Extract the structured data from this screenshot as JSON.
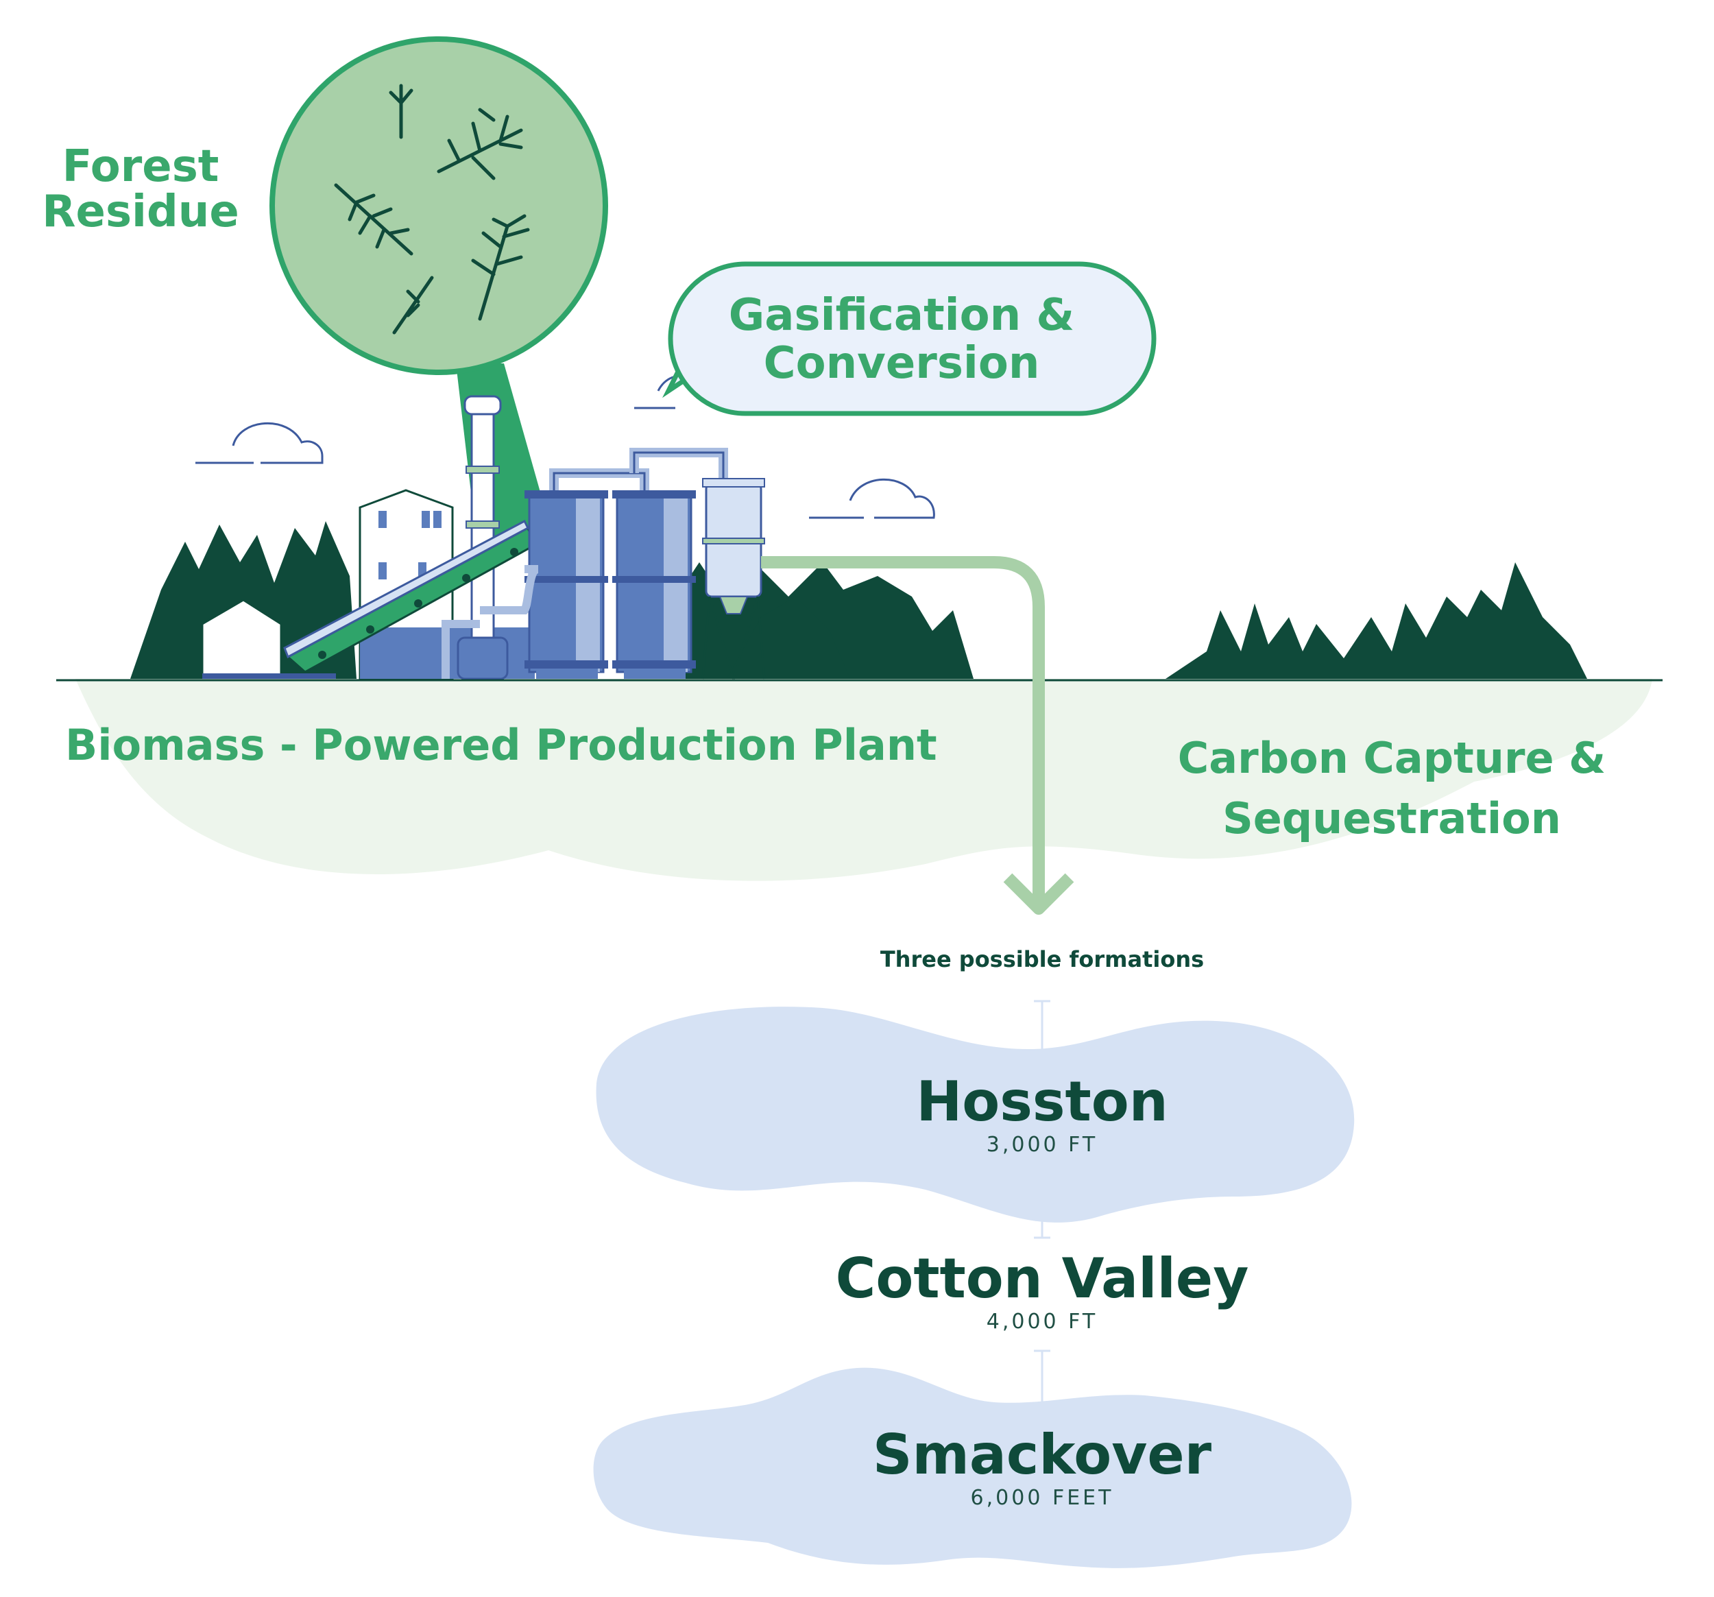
{
  "labels": {
    "forest_residue_line1": "Forest",
    "forest_residue_line2": "Residue",
    "gasification_line1": "Gasification &",
    "gasification_line2": "Conversion",
    "plant": "Biomass - Powered Production Plant",
    "ccs_line1": "Carbon Capture &",
    "ccs_line2": "Sequestration",
    "formations_heading": "Three possible formations"
  },
  "formations": [
    {
      "name": "Hosston",
      "depth": "3,000 FT"
    },
    {
      "name": "Cotton Valley",
      "depth": "4,000 FT"
    },
    {
      "name": "Smackover",
      "depth": "6,000 FEET"
    }
  ],
  "colors": {
    "label_green": "#3aa86c",
    "dark_green": "#0f4a3a",
    "light_green": "#a8d0a8",
    "equipment_blue": "#5b7dbd",
    "pale_blue": "#d6e2f4",
    "ground_tint": "#edf5ec"
  },
  "icons": [
    "forest-residue-circle",
    "gas-plant",
    "trees",
    "clouds",
    "injection-arrow"
  ]
}
